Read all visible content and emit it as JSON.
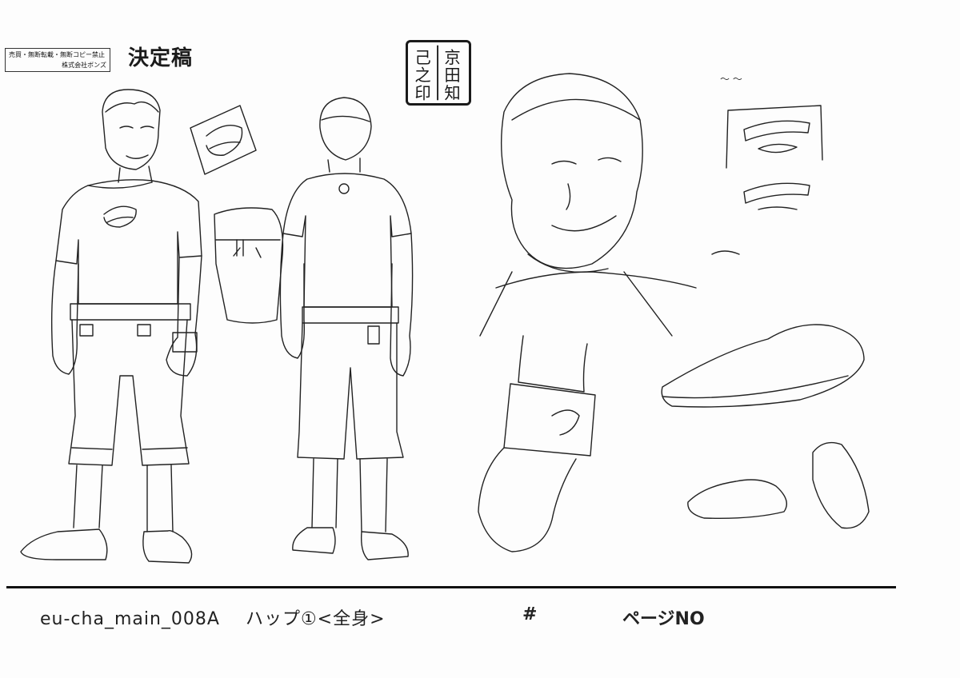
{
  "sheet": {
    "notice_line1": "売買・無断転載・無断コピー禁止",
    "notice_line2": "株式会社ボンズ",
    "final_stamp": "決定稿",
    "seal_chars": [
      "京",
      "田",
      "知",
      "己",
      "之",
      "印"
    ]
  },
  "footer": {
    "code": "eu-cha_main_008A",
    "title": "ハップ①<全身>",
    "hash": "#",
    "page_label": "ページNO"
  }
}
